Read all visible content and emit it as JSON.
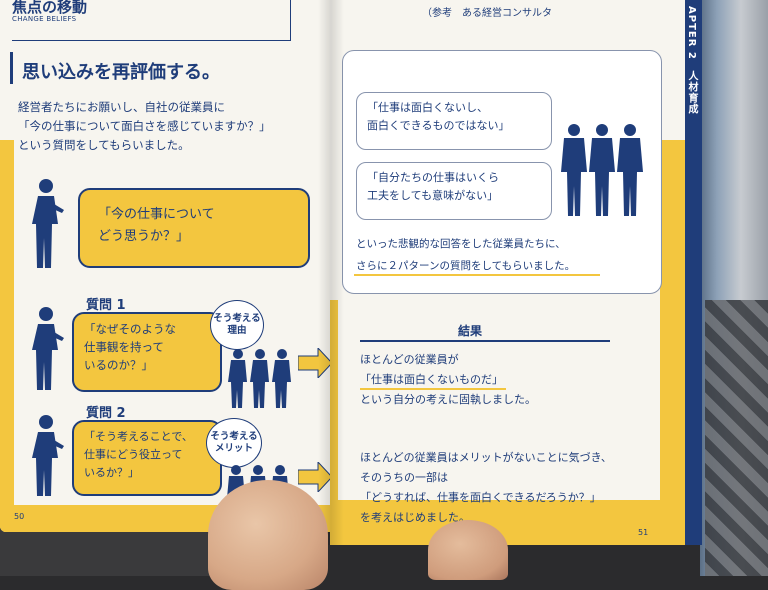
{
  "left_page": {
    "header_title": "焦点の移動",
    "header_sub": "CHANGE BELIEFS",
    "heading": "思い込みを再評価する。",
    "intro": [
      "経営者たちにお願いし、自社の従業員に",
      "「今の仕事について面白さを感じていますか？」",
      "という質問をしてもらいました。"
    ],
    "bubble_main": [
      "「今の仕事について",
      "どう思うか？」"
    ],
    "q1_label": "質問 1",
    "q1_bubble": [
      "「なぜそのような",
      "仕事観を持って",
      "いるのか？」"
    ],
    "q1_circle": [
      "そう考える",
      "理由"
    ],
    "q2_label": "質問 2",
    "q2_bubble": [
      "「そう考えることで、",
      "仕事にどう役立って",
      "いるか？」"
    ],
    "q2_circle": [
      "そう考える",
      "メリット"
    ],
    "page_number": "50"
  },
  "right_page": {
    "header_ref": "（参考　ある経営コンサルタ",
    "box1": [
      "「仕事は面白くないし、",
      "面白くできるものではない」"
    ],
    "box2": [
      "「自分たちの仕事はいくら",
      "工夫をしても意味がない」"
    ],
    "panel_text1": "といった悲観的な回答をした従業員たちに、",
    "panel_text2": "さらに２パターンの質問をしてもらいました。",
    "result_label": "結果",
    "result1": [
      "ほとんどの従業員が",
      "「仕事は面白くないものだ」",
      "という自分の考えに固執しました。"
    ],
    "result2": [
      "ほとんどの従業員はメリットがないことに気づき、",
      "そのうちの一部は",
      "「どうすれば、仕事を面白くできるだろうか？」",
      "を考えはじめました。"
    ],
    "tab_text": "APTER 2　人材育成",
    "page_number": "51"
  },
  "colors": {
    "navy": "#1f3d7a",
    "yellow": "#f3c63f",
    "paper": "#f7f5ef"
  }
}
